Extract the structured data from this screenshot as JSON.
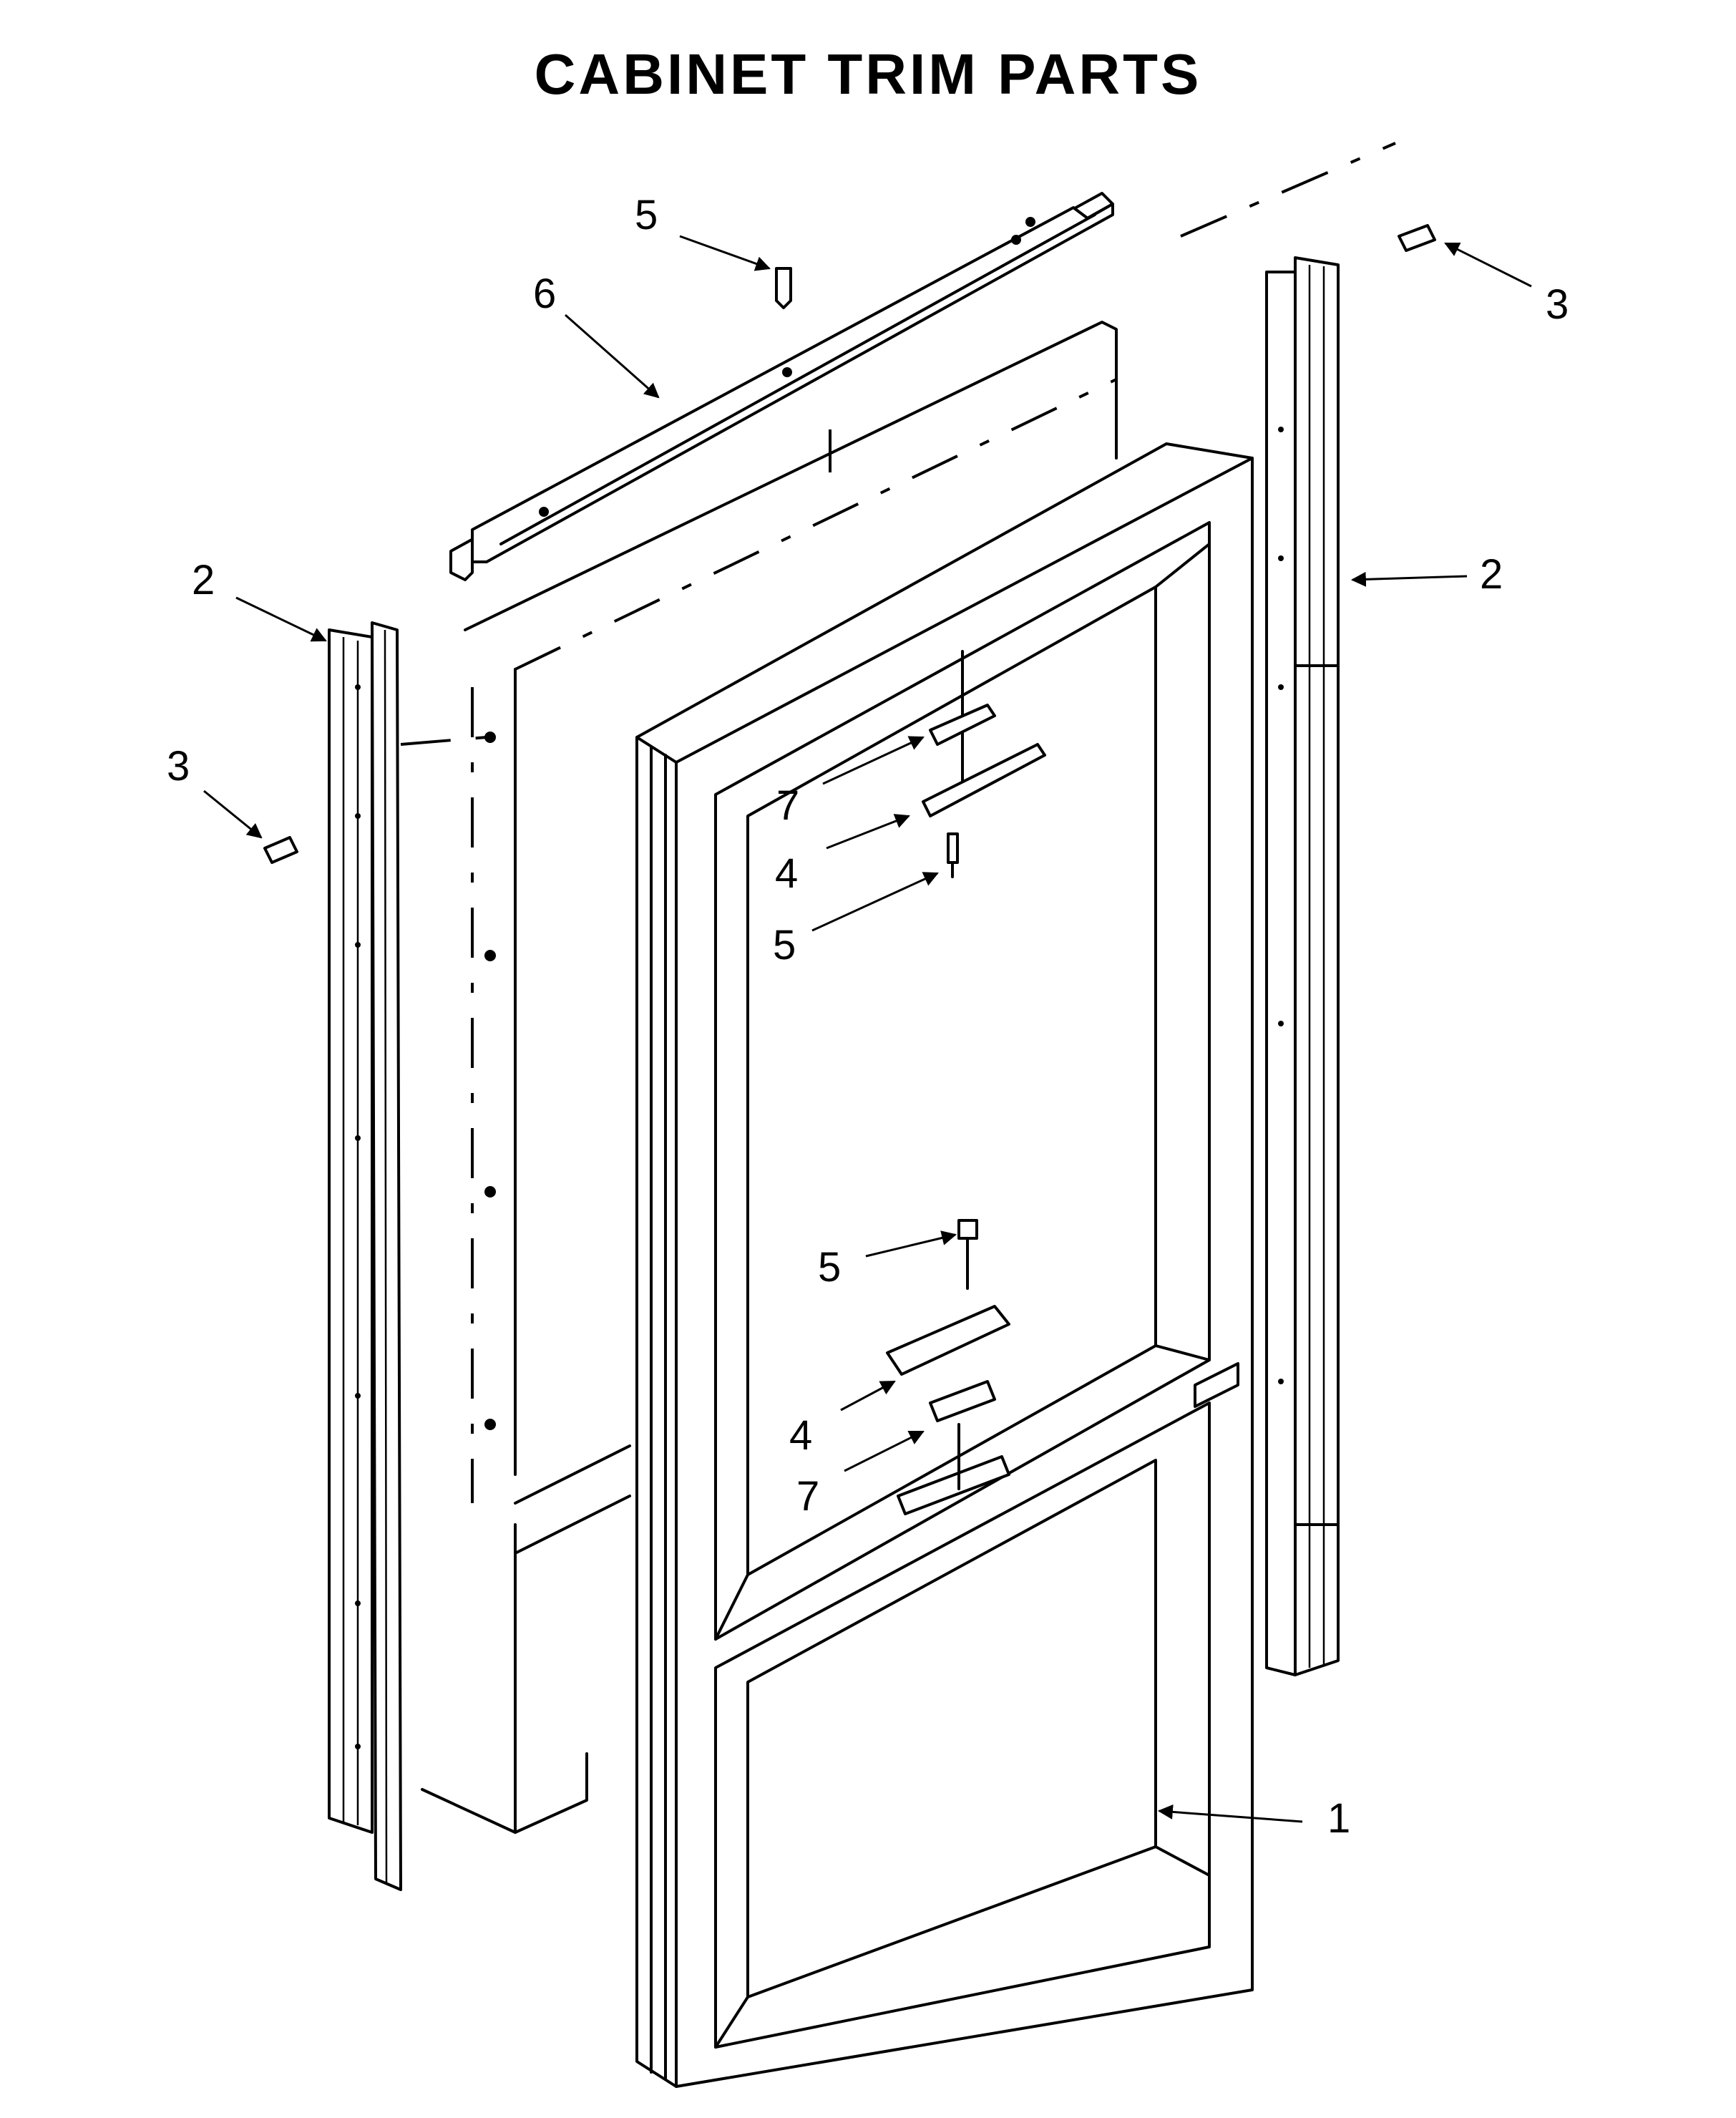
{
  "title": "CABINET TRIM PARTS",
  "callouts": {
    "c1": "1",
    "c2_left": "2",
    "c2_right": "2",
    "c3_left": "3",
    "c3_right": "3",
    "c4_upper": "4",
    "c4_lower": "4",
    "c5_top": "5",
    "c5_upper": "5",
    "c5_lower": "5",
    "c6": "6",
    "c7_upper": "7",
    "c7_lower": "7"
  }
}
